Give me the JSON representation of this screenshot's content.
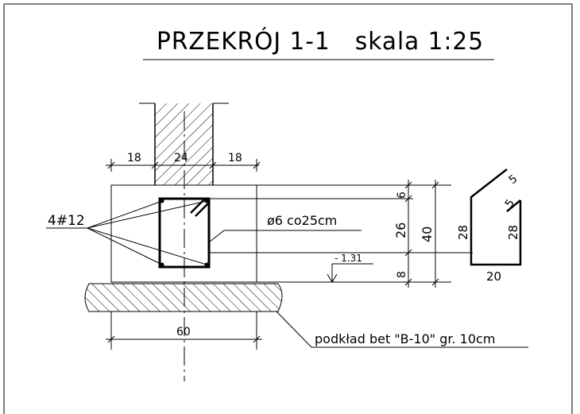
{
  "title": "PRZEKRÓJ 1-1   skala 1:25",
  "colors": {
    "line": "#000000",
    "background": "#ffffff"
  },
  "dimensions": {
    "top_left": "18",
    "top_middle": "24",
    "top_right": "18",
    "bottom_width": "60",
    "vertical_top": "6",
    "vertical_middle": "26",
    "vertical_bottom": "8",
    "vertical_total": "40"
  },
  "labels": {
    "rebar": "4#12",
    "stirrup": "ø6 co25cm",
    "elevation": "- 1.31",
    "subbase": "podkład bet \"B-10\" gr. 10cm"
  },
  "stirrup_detail": {
    "left_height": "28",
    "right_height": "28",
    "bottom_width": "20",
    "hook_top": "5",
    "hook_side": "5"
  }
}
